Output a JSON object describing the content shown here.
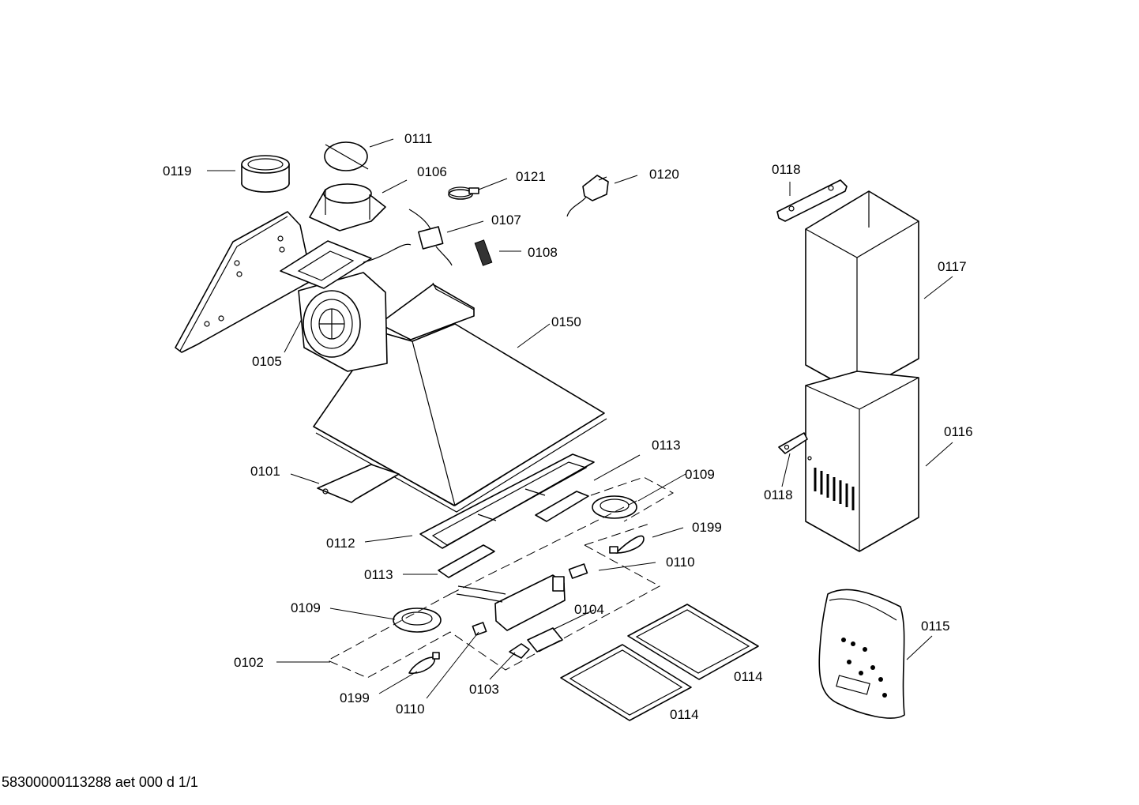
{
  "diagram": {
    "labels": {
      "p0111": "0111",
      "p0119": "0119",
      "p0106": "0106",
      "p0121": "0121",
      "p0120": "0120",
      "p0107": "0107",
      "p0108": "0108",
      "p0150": "0150",
      "p0105": "0105",
      "p0101": "0101",
      "p0113a": "0113",
      "p0109a": "0109",
      "p0199a": "0199",
      "p0112": "0112",
      "p0113b": "0113",
      "p0110a": "0110",
      "p0109b": "0109",
      "p0104": "0104",
      "p0102": "0102",
      "p0199b": "0199",
      "p0110b": "0110",
      "p0103": "0103",
      "p0114a": "0114",
      "p0114b": "0114",
      "p0118a": "0118",
      "p0117": "0117",
      "p0116": "0116",
      "p0118b": "0118",
      "p0115": "0115"
    },
    "footer": "58300000113288 aet 000 d 1/1"
  }
}
